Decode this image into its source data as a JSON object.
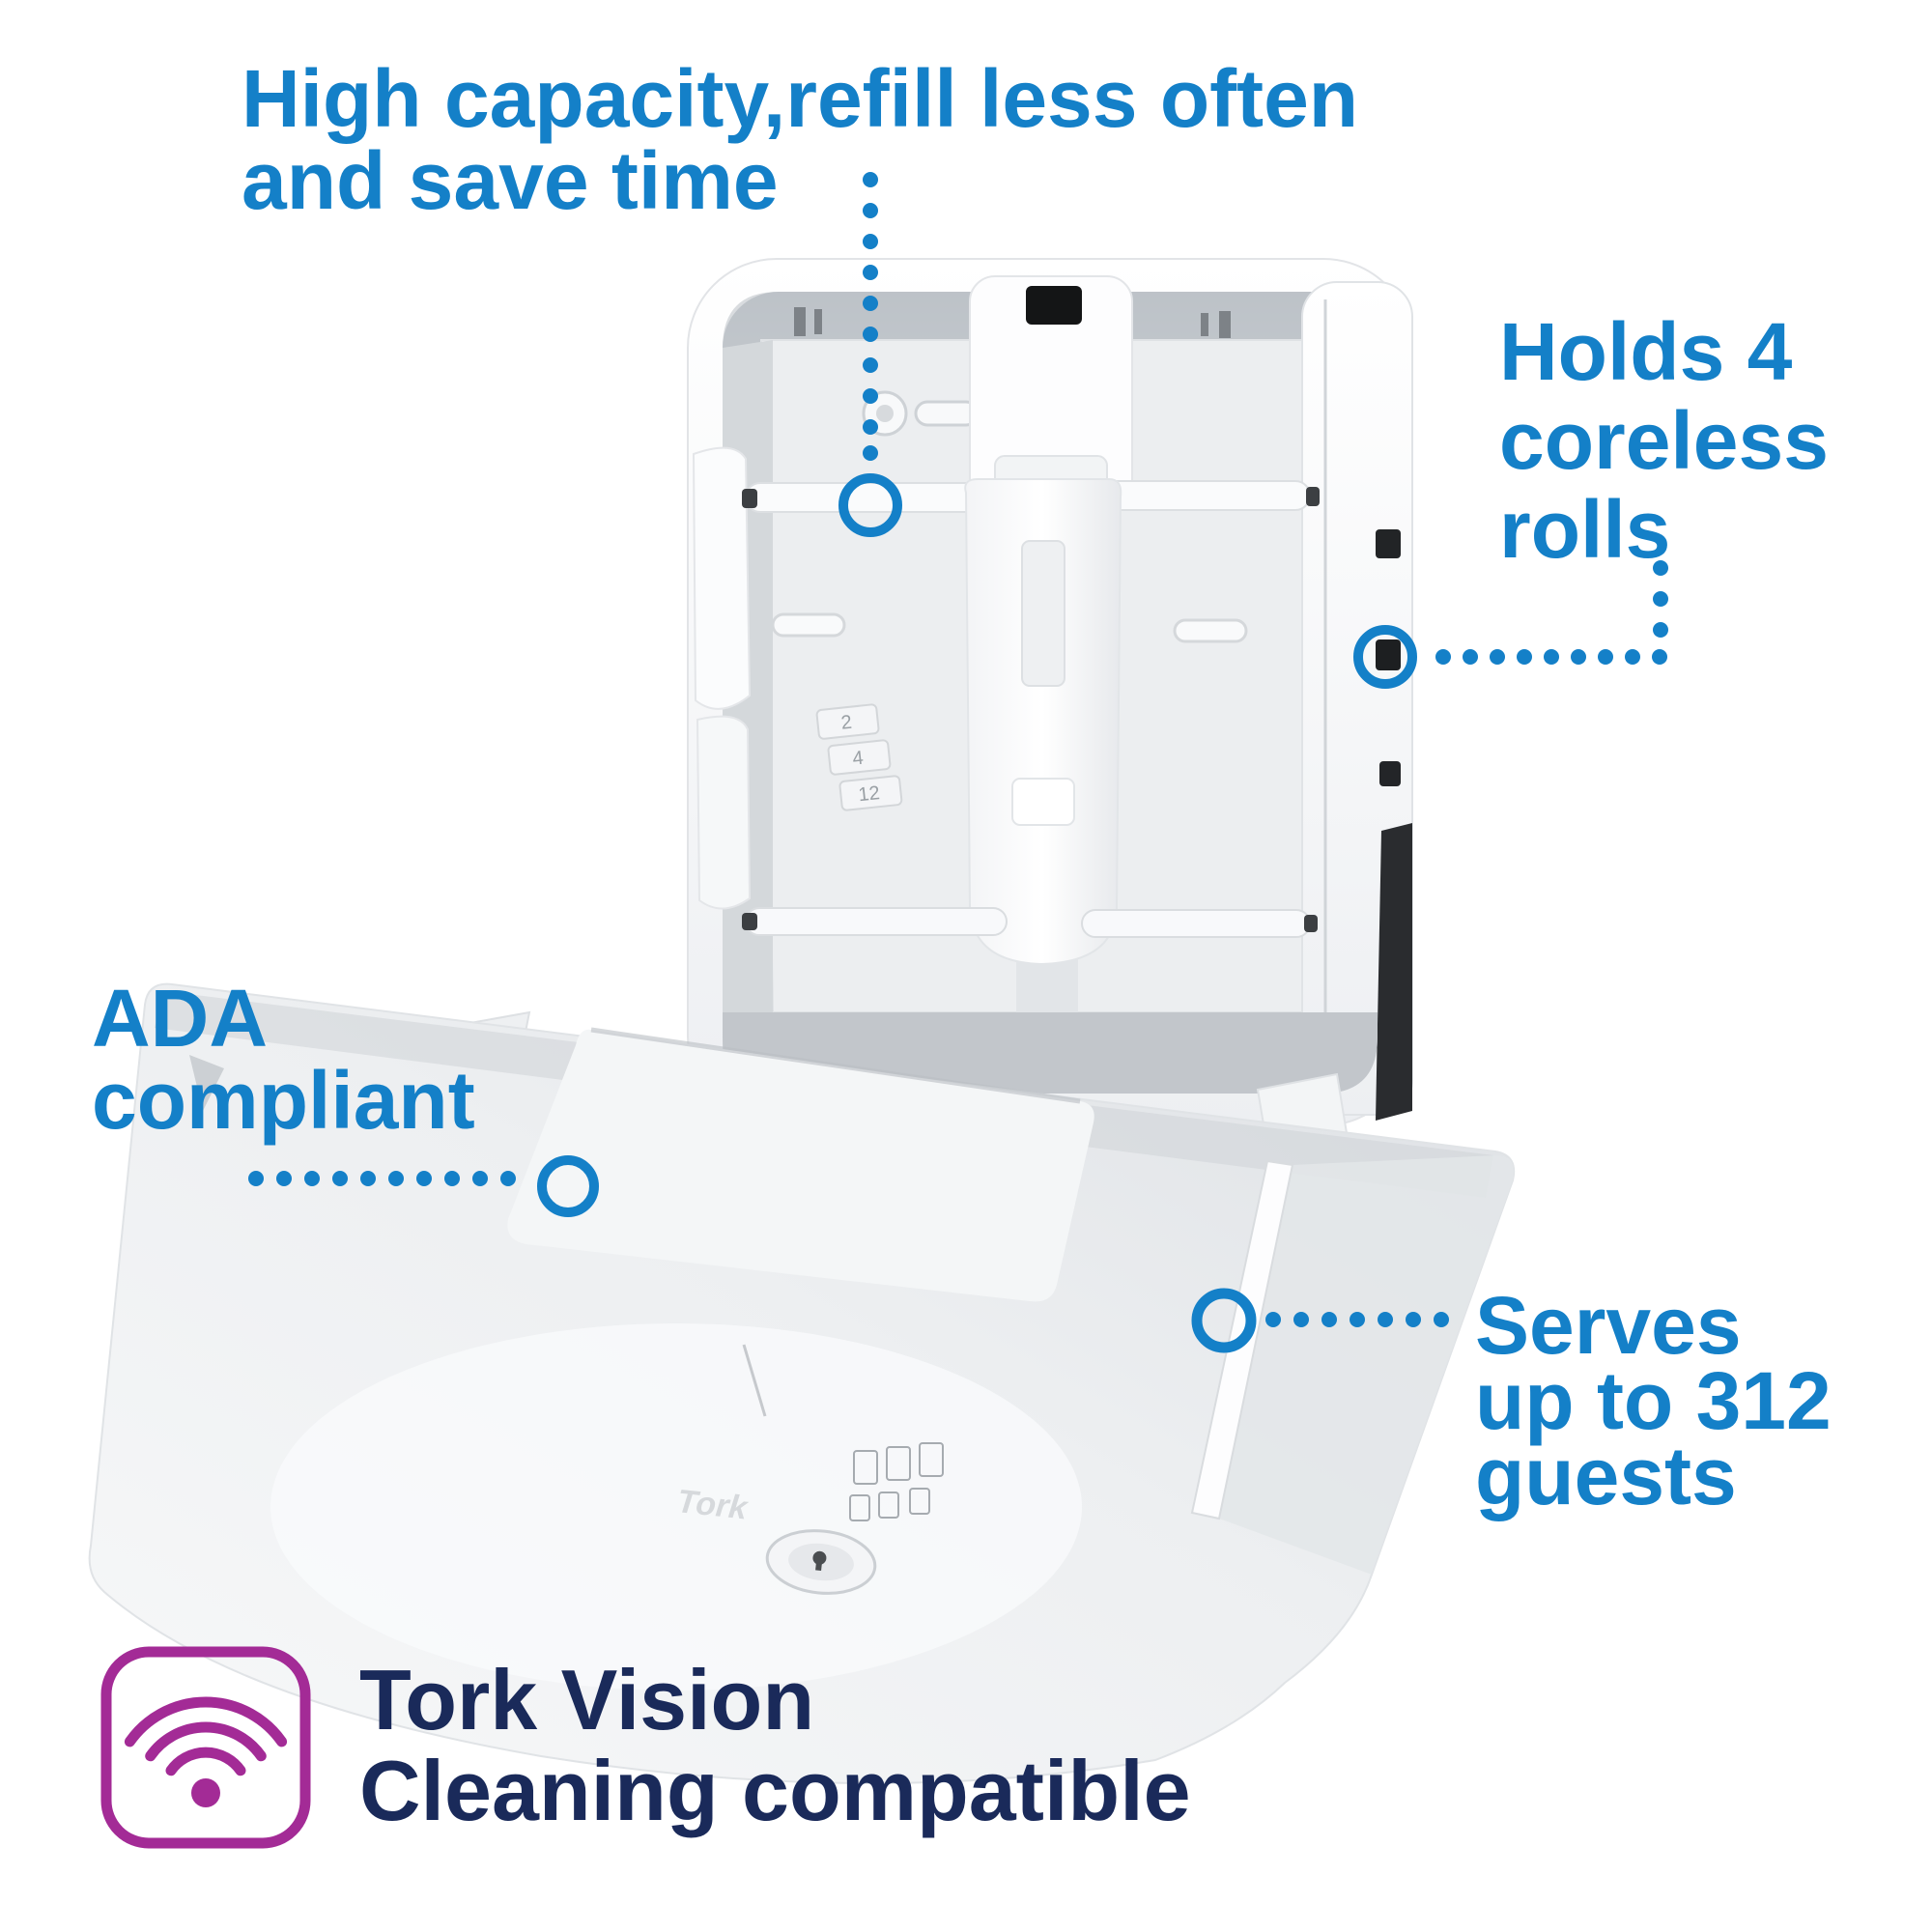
{
  "colors": {
    "accent_blue": "#1480C8",
    "navy": "#1A2A5A",
    "purple": "#A32B96",
    "background": "#FFFFFF"
  },
  "callouts": {
    "high_capacity": {
      "line1": "High capacity,refill less often",
      "line2": "and save time"
    },
    "holds_rolls": {
      "line1": "Holds 4",
      "line2": "coreless",
      "line3": "rolls"
    },
    "ada": {
      "line1": "ADA",
      "line2": "compliant"
    },
    "serves": {
      "line1": "Serves",
      "line2": "up to 312",
      "line3": "guests"
    }
  },
  "footer": {
    "line1": "Tork Vision",
    "line2": "Cleaning compatible",
    "icon": "wifi-icon"
  },
  "product": {
    "description": "white coreless toilet paper dispenser shown open",
    "embossed_logo": "Tork",
    "spindle_labels": [
      "2",
      "4",
      "12"
    ]
  }
}
